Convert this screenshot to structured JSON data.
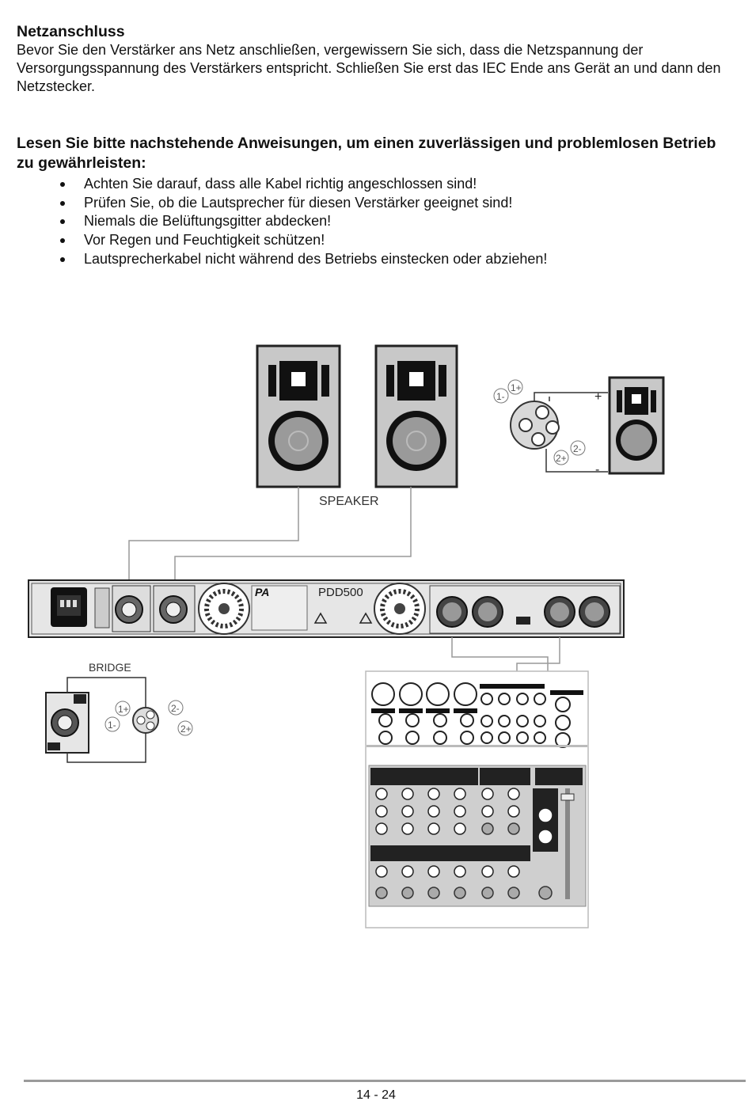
{
  "section1": {
    "heading": "Netzanschluss",
    "body": "Bevor Sie den Verstärker ans Netz anschließen, vergewissern Sie sich, dass die Netzspannung der Versorgungsspannung des Verstärkers entspricht. Schließen Sie erst das IEC Ende ans Gerät an und dann den Netzstecker."
  },
  "section2": {
    "heading": "Lesen Sie bitte nachstehende Anweisungen, um einen zuverlässigen und problemlosen Betrieb zu gewährleisten:",
    "bullets": [
      "Achten Sie darauf, dass alle Kabel richtig angeschlossen sind!",
      "Prüfen Sie, ob die Lautsprecher für diesen Verstärker geeignet sind!",
      "Niemals die Belüftungsgitter abdecken!",
      "Vor Regen und Feuchtigkeit schützen!",
      "Lautsprecherkabel nicht während des Betriebs einstecken oder abziehen!"
    ]
  },
  "diagram": {
    "speaker_label": "SPEAKER",
    "bridge_label": "BRIDGE",
    "model": "PDD500",
    "pin_1plus": "1+",
    "pin_1minus": "1-",
    "pin_2plus": "2+",
    "pin_2minus": "2-",
    "plus_sign": "+",
    "minus_sign": "-"
  },
  "footer": {
    "page": "14 - 24"
  }
}
